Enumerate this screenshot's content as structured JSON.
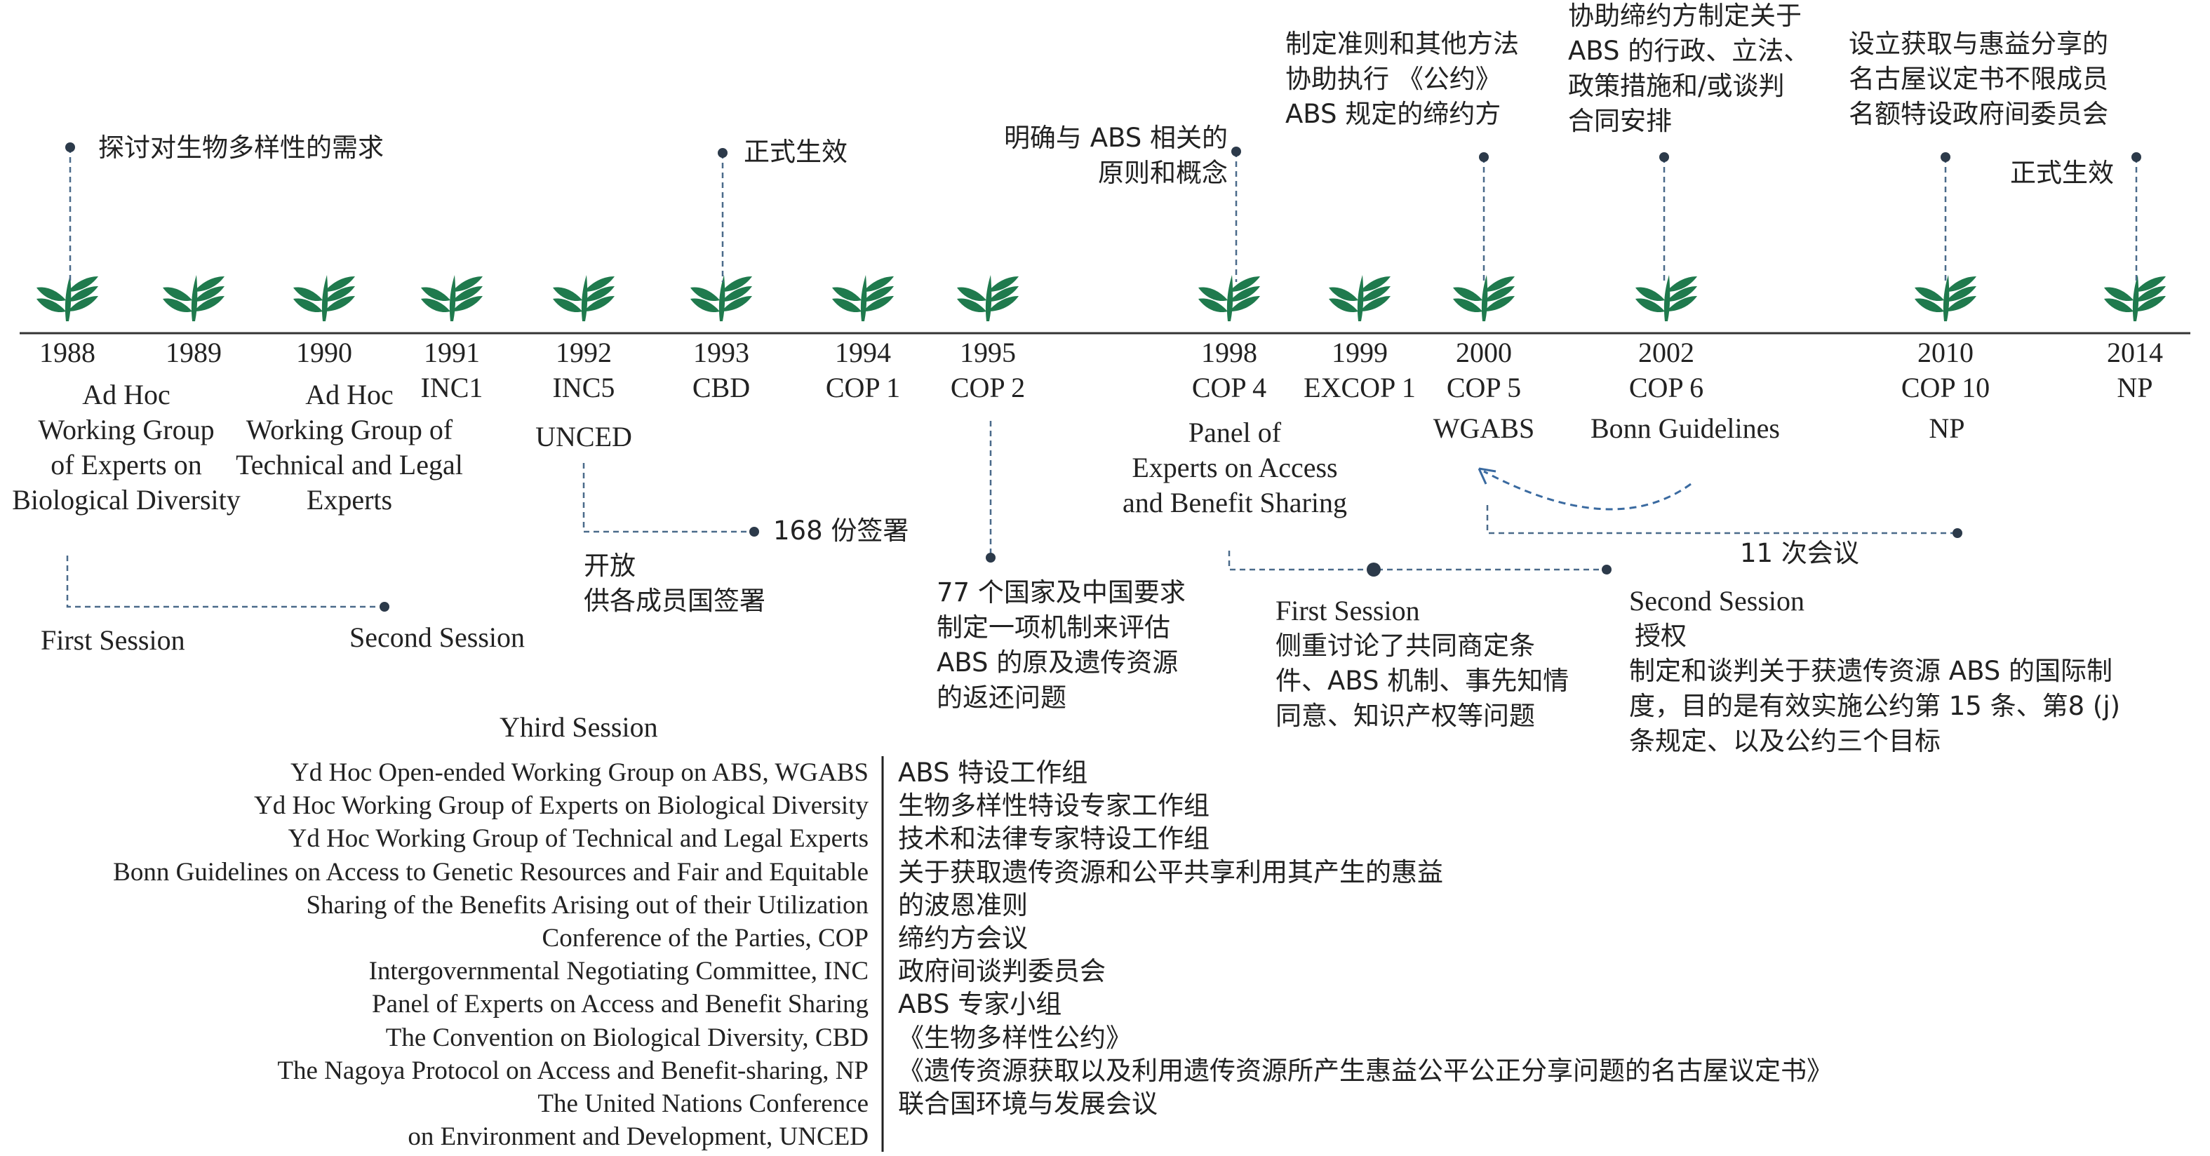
{
  "colors": {
    "leaf": "#1f7a4d",
    "dot": "#2c3a4a",
    "line": "#333333",
    "dash": "#4a6a8a",
    "curve": "#3a6aa0"
  },
  "icon": "sprout-leaf-icon",
  "timeline": [
    {
      "year": "1988",
      "label": ""
    },
    {
      "year": "1989",
      "label": ""
    },
    {
      "year": "1990",
      "label": ""
    },
    {
      "year": "1991",
      "label": "INC1"
    },
    {
      "year": "1992",
      "label": "INC5"
    },
    {
      "year": "1993",
      "label": "CBD"
    },
    {
      "year": "1994",
      "label": "COP 1"
    },
    {
      "year": "1995",
      "label": "COP 2"
    },
    {
      "year": "1998",
      "label": "COP 4"
    },
    {
      "year": "1999",
      "label": "EXCOP 1"
    },
    {
      "year": "2000",
      "label": "COP 5"
    },
    {
      "year": "2002",
      "label": "COP 6"
    },
    {
      "year": "2010",
      "label": "COP 10"
    },
    {
      "year": "2014",
      "label": "NP"
    }
  ],
  "top_notes": {
    "n1988": "探讨对生物多样性的需求",
    "n1993": "正式生效",
    "n1998": [
      "明确与 ABS 相关的",
      "原则和概念"
    ],
    "n2000": [
      "制定准则和其他方法",
      "协助执行 《公约》",
      "ABS 规定的缔约方"
    ],
    "n2002": [
      "协助缔约方制定关于",
      "ABS 的行政、立法、",
      "政策措施和/或谈判",
      "合同安排"
    ],
    "n2010": [
      "设立获取与惠益分享的",
      "名古屋议定书不限成员",
      "名额特设政府间委员会"
    ],
    "n2014": "正式生效"
  },
  "below": {
    "adhoc1": [
      "Ad Hoc",
      "Working Group",
      "of Experts on",
      "Biological Diversity"
    ],
    "adhoc2": [
      "Ad Hoc",
      "Working Group of",
      "Technical and Legal",
      "Experts"
    ],
    "unced": "UNCED",
    "panel": [
      "Panel of",
      "Experts  on Access",
      "and Benefit Sharing"
    ],
    "wgabs": "WGABS",
    "bonn": "Bonn Guidelines",
    "np": "NP",
    "first_session": "First Session",
    "second_session": "Second Session",
    "third_session": "Yhird Session",
    "sign168": "168 份签署",
    "open": [
      "开放",
      "供各成员国签署"
    ],
    "g77": [
      "77 个国家及中国要求",
      "制定一项机制来评估",
      "ABS 的原及遗传资源",
      "的返还问题"
    ],
    "fs_title": "First Session",
    "fs_text": [
      "侧重讨论了共同商定条",
      "件、ABS 机制、事先知情",
      "同意、知识产权等问题"
    ],
    "ss_title": "Second Session",
    "ss_auth": "授权",
    "ss_text": [
      "制定和谈判关于获遗传资源 ABS 的国际制",
      "度，目的是有效实施公约第 15 条、第8 (j)",
      "条规定、以及公约三个目标"
    ],
    "meetings11": "11 次会议"
  },
  "glossary": [
    {
      "en": "Yd Hoc Open-ended Working Group on ABS, WGABS",
      "zh": "ABS 特设工作组"
    },
    {
      "en": "Yd Hoc Working Group of Experts on Biological Diversity",
      "zh": "生物多样性特设专家工作组"
    },
    {
      "en": "Yd Hoc Working Group of Technical and Legal Experts",
      "zh": "技术和法律专家特设工作组"
    },
    {
      "en": "Bonn Guidelines on Access to Genetic Resources and Fair and Equitable",
      "zh": "关于获取遗传资源和公平共享利用其产生的惠益"
    },
    {
      "en": "Sharing of the Benefits Arising out of their Utilization",
      "zh": "的波恩准则"
    },
    {
      "en": "Conference of the Parties, COP",
      "zh": "缔约方会议"
    },
    {
      "en": "Intergovernmental Negotiating Committee, INC",
      "zh": "政府间谈判委员会"
    },
    {
      "en": "Panel of Experts on Access and Benefit Sharing",
      "zh": "ABS 专家小组"
    },
    {
      "en": "The Convention on Biological Diversity, CBD",
      "zh": "《生物多样性公约》"
    },
    {
      "en": "The Nagoya Protocol on Access and Benefit-sharing, NP",
      "zh": "《遗传资源获取以及利用遗传资源所产生惠益公平公正分享问题的名古屋议定书》"
    },
    {
      "en": "The United Nations Conference",
      "zh": "联合国环境与发展会议"
    },
    {
      "en": "on Environment and Development, UNCED",
      "zh": ""
    }
  ]
}
